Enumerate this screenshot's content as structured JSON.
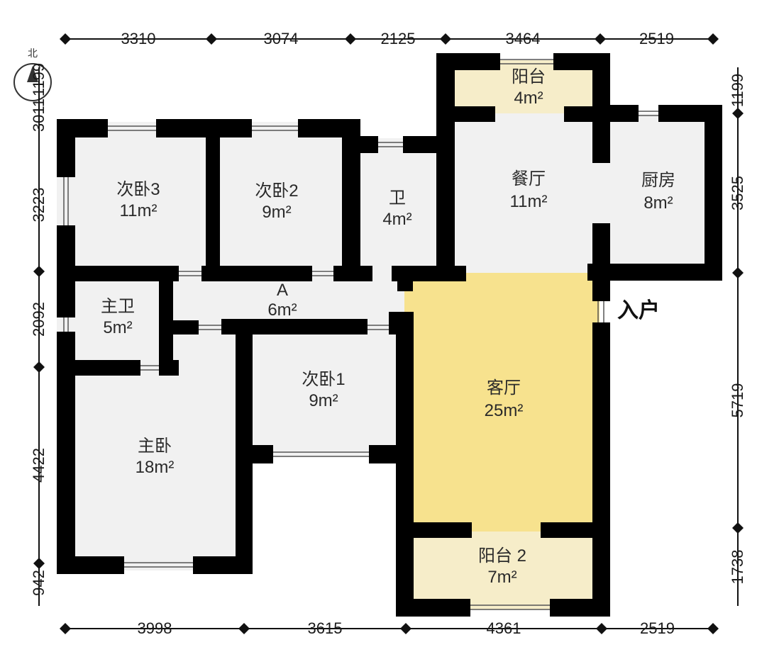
{
  "north_label": "北",
  "entry_label": "入户",
  "rooms": [
    {
      "id": "balcony-top",
      "name": "阳台",
      "area": "4m²"
    },
    {
      "id": "dining",
      "name": "餐厅",
      "area": "11m²"
    },
    {
      "id": "kitchen",
      "name": "厨房",
      "area": "8m²"
    },
    {
      "id": "bedroom3",
      "name": "次卧3",
      "area": "11m²"
    },
    {
      "id": "bedroom2",
      "name": "次卧2",
      "area": "9m²"
    },
    {
      "id": "bath",
      "name": "卫",
      "area": "4m²"
    },
    {
      "id": "corridor",
      "name": "A",
      "area": "6m²"
    },
    {
      "id": "master-bath",
      "name": "主卫",
      "area": "5m²"
    },
    {
      "id": "bedroom1",
      "name": "次卧1",
      "area": "9m²"
    },
    {
      "id": "living",
      "name": "客厅",
      "area": "25m²"
    },
    {
      "id": "master-bedroom",
      "name": "主卧",
      "area": "18m²"
    },
    {
      "id": "balcony-2",
      "name": "阳台 2",
      "area": "7m²"
    }
  ],
  "dimensions": {
    "top": [
      "3310",
      "3074",
      "2125",
      "3464",
      "2519"
    ],
    "bottom": [
      "3998",
      "3615",
      "4361",
      "2519"
    ],
    "left": [
      "1199",
      "3011",
      "3223",
      "2092",
      "4422",
      "942"
    ],
    "right": [
      "1199",
      "3525",
      "5719",
      "1738"
    ]
  },
  "colors": {
    "wall": "#000000",
    "floor": "#f1f1f1",
    "living": "#f7e28e",
    "balcony": "#f6edc9"
  }
}
